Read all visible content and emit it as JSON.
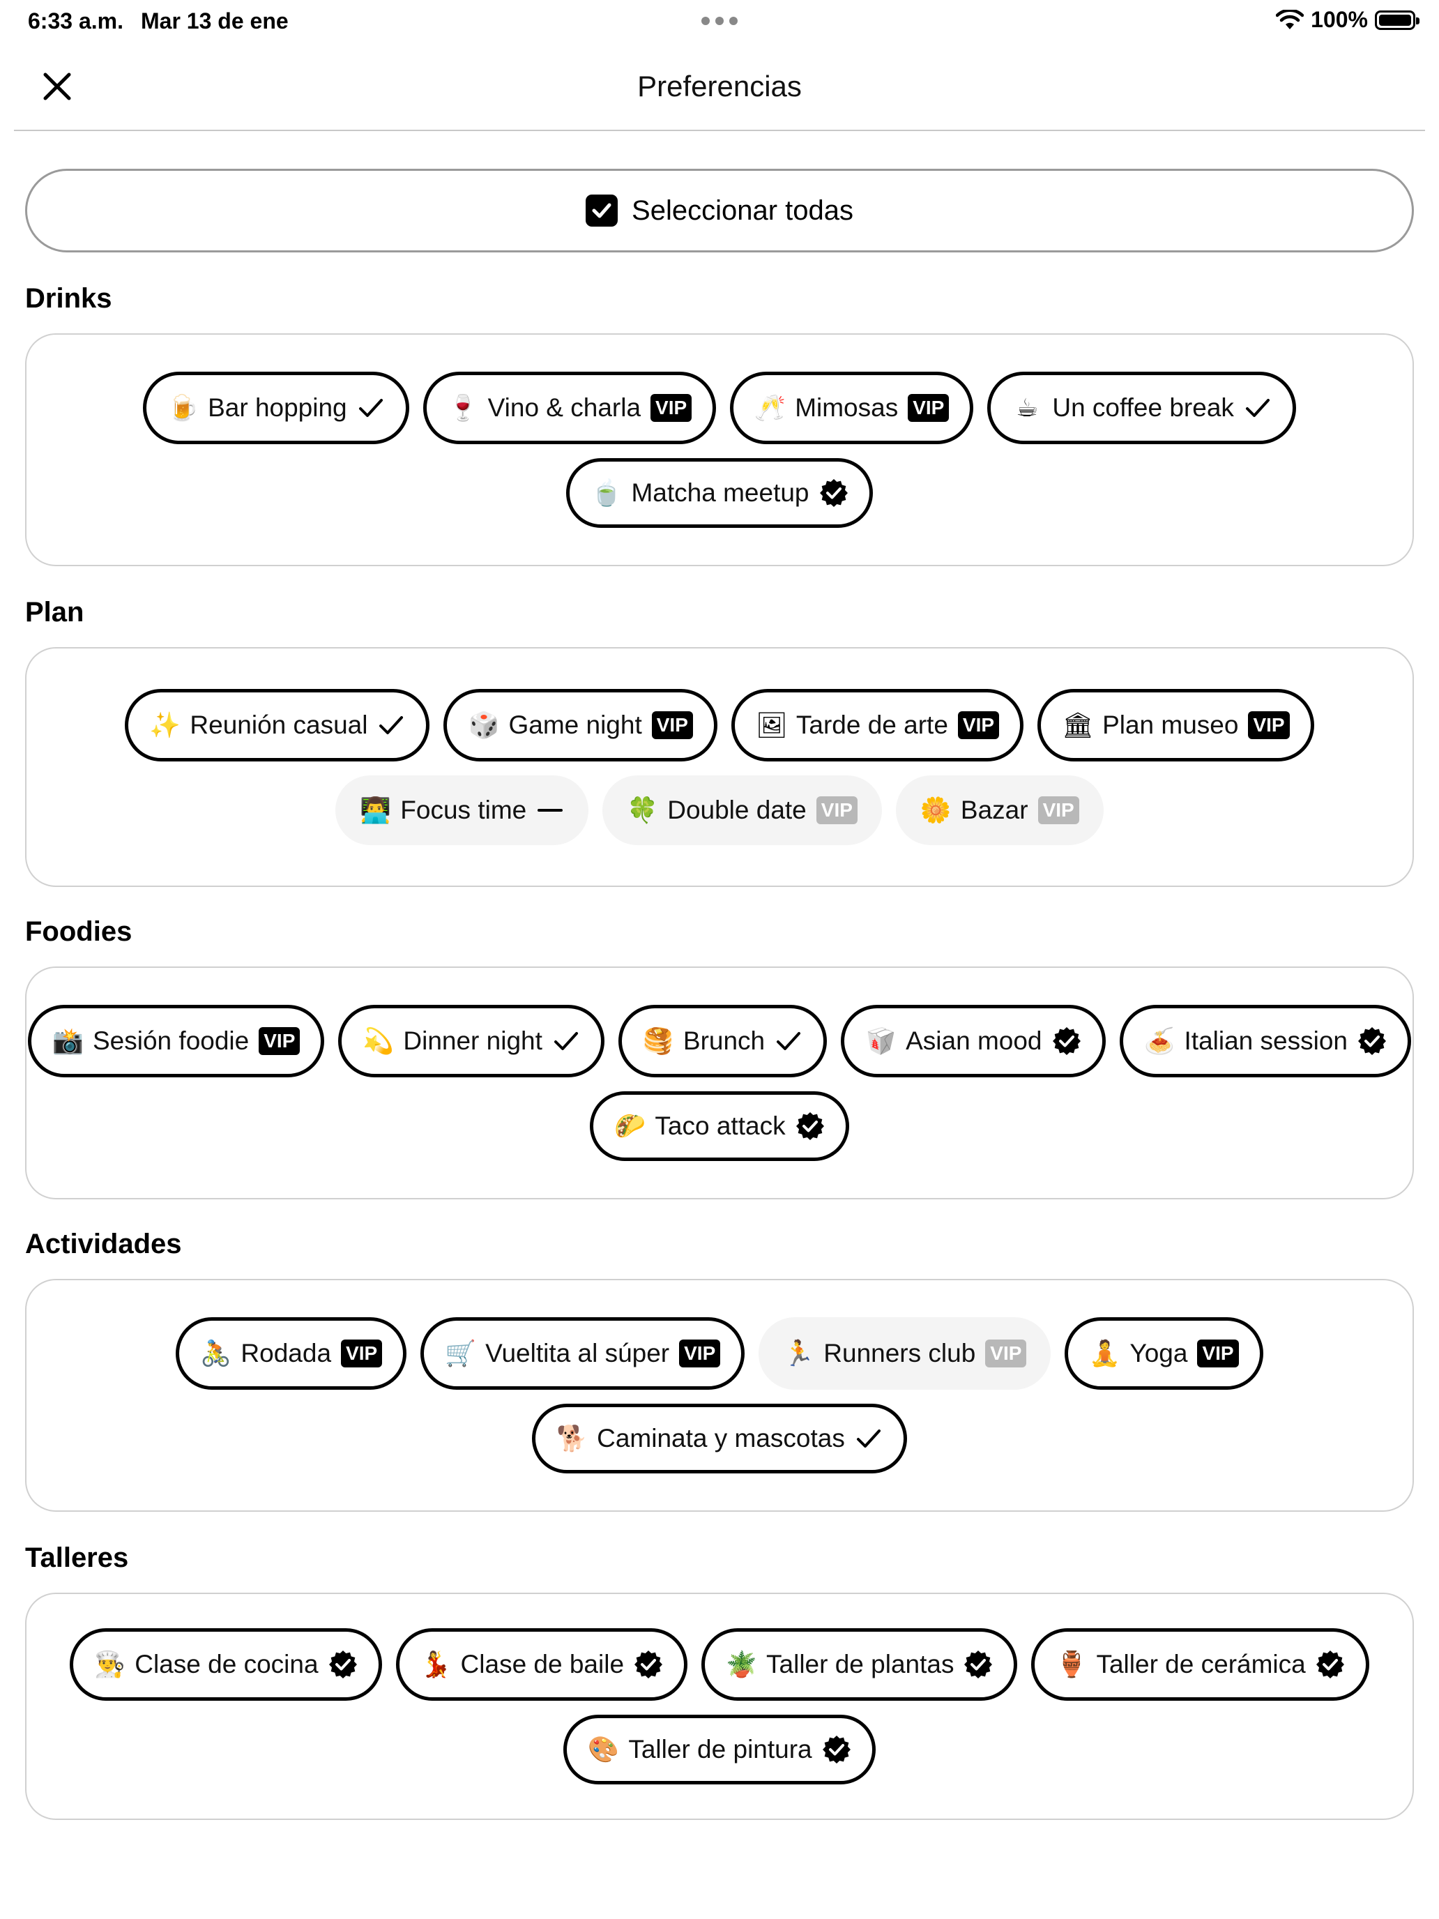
{
  "status_bar": {
    "time": "6:33 a.m.",
    "date": "Mar 13 de ene",
    "battery": "100%"
  },
  "nav": {
    "title": "Preferencias"
  },
  "select_all": {
    "label": "Seleccionar todas"
  },
  "sections": [
    {
      "title": "Drinks",
      "rows": [
        [
          {
            "emoji": "🍺",
            "label": "Bar hopping",
            "state": "check"
          },
          {
            "emoji": "🍷",
            "label": "Vino & charla",
            "state": "vip"
          },
          {
            "emoji": "🥂",
            "label": "Mimosas",
            "state": "vip"
          },
          {
            "emoji": "☕",
            "label": "Un coffee break",
            "state": "check"
          }
        ],
        [
          {
            "emoji": "🍵",
            "label": "Matcha meetup",
            "state": "verified"
          }
        ]
      ]
    },
    {
      "title": "Plan",
      "rows": [
        [
          {
            "emoji": "✨",
            "label": "Reunión casual",
            "state": "check"
          },
          {
            "emoji": "🎲",
            "label": "Game night",
            "state": "vip"
          },
          {
            "emoji": "🖼",
            "label": "Tarde de arte",
            "state": "vip"
          },
          {
            "emoji": "🏛",
            "label": "Plan museo",
            "state": "vip"
          }
        ],
        [
          {
            "emoji": "👨‍💻",
            "label": "Focus time",
            "state": "dash"
          },
          {
            "emoji": "🍀",
            "label": "Double date",
            "state": "vip-disabled"
          },
          {
            "emoji": "🌼",
            "label": "Bazar",
            "state": "vip-disabled"
          }
        ]
      ]
    },
    {
      "title": "Foodies",
      "rows": [
        [
          {
            "emoji": "📸",
            "label": "Sesión foodie",
            "state": "vip"
          },
          {
            "emoji": "💫",
            "label": "Dinner night",
            "state": "check"
          },
          {
            "emoji": "🥞",
            "label": "Brunch",
            "state": "check"
          },
          {
            "emoji": "🥡",
            "label": "Asian mood",
            "state": "verified"
          },
          {
            "emoji": "🍝",
            "label": "Italian session",
            "state": "verified"
          }
        ],
        [
          {
            "emoji": "🌮",
            "label": "Taco attack",
            "state": "verified"
          }
        ]
      ]
    },
    {
      "title": "Actividades",
      "rows": [
        [
          {
            "emoji": "🚴",
            "label": "Rodada",
            "state": "vip"
          },
          {
            "emoji": "🛒",
            "label": "Vueltita al súper",
            "state": "vip"
          },
          {
            "emoji": "🏃",
            "label": "Runners club",
            "state": "vip-disabled"
          },
          {
            "emoji": "🧘",
            "label": "Yoga",
            "state": "vip"
          }
        ],
        [
          {
            "emoji": "🐕",
            "label": "Caminata y mascotas",
            "state": "check"
          }
        ]
      ]
    },
    {
      "title": "Talleres",
      "rows": [
        [
          {
            "emoji": "👨‍🍳",
            "label": "Clase de cocina",
            "state": "verified"
          },
          {
            "emoji": "💃",
            "label": "Clase de baile",
            "state": "verified"
          },
          {
            "emoji": "🪴",
            "label": "Taller de plantas",
            "state": "verified"
          },
          {
            "emoji": "🏺",
            "label": "Taller de cerámica",
            "state": "verified"
          }
        ],
        [
          {
            "emoji": "🎨",
            "label": "Taller de pintura",
            "state": "verified"
          }
        ]
      ]
    }
  ],
  "badges": {
    "vip": "VIP"
  },
  "colors": {
    "chip_border": "#000000",
    "disabled_chip_bg": "#f4f4f4",
    "vip_bg": "#000000",
    "vip_disabled_bg": "#b8b8b8",
    "divider": "#c8c8c8"
  },
  "icons": {
    "close": "close-icon",
    "check": "checkmark-icon",
    "verified": "verified-badge-icon",
    "dash": "dash-icon",
    "select_all": "checkbox-checked-icon"
  }
}
